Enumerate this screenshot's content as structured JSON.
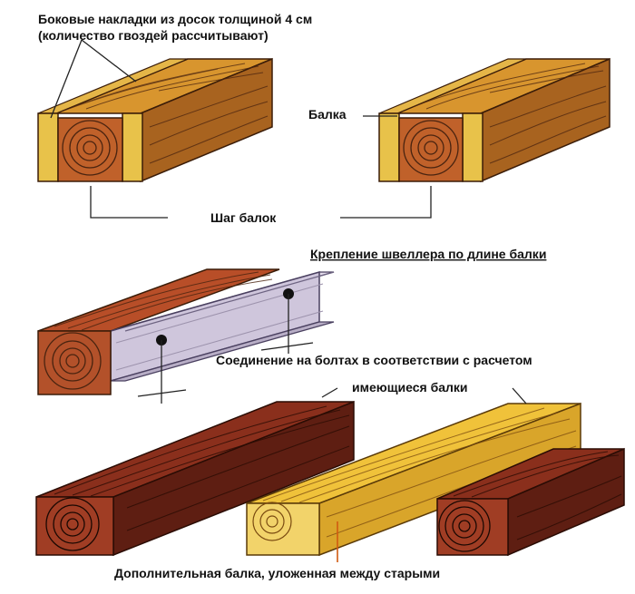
{
  "labels": {
    "side_boards_line1": "Боковые накладки из досок толщиной 4 см",
    "side_boards_line2": "(количество гвоздей рассчитывают)",
    "beam": "Балка",
    "beam_spacing": "Шаг балок",
    "channel_title": "Крепление швеллера по длине балки",
    "bolt_connection": "Соединение на болтах в соответствии с расчетом",
    "existing_beams": "имеющиеся балки",
    "additional_beam": "Дополнительная балка, уложенная между старыми"
  },
  "colors": {
    "wood_top": "#d8952e",
    "wood_side": "#9a5a1c",
    "wood_end": "#c0612a",
    "board_light": "#e8c24a",
    "dark_top": "#8a2f1c",
    "dark_side": "#5e1e12",
    "dark_end": "#a03d24",
    "yellow_top": "#f0c23a",
    "yellow_side": "#d9a52a",
    "yellow_end": "#f2d36a",
    "steel": "#cfc6dc",
    "steel_dark": "#9d93ad",
    "grain": "#4a2410",
    "leader": "#222222"
  }
}
